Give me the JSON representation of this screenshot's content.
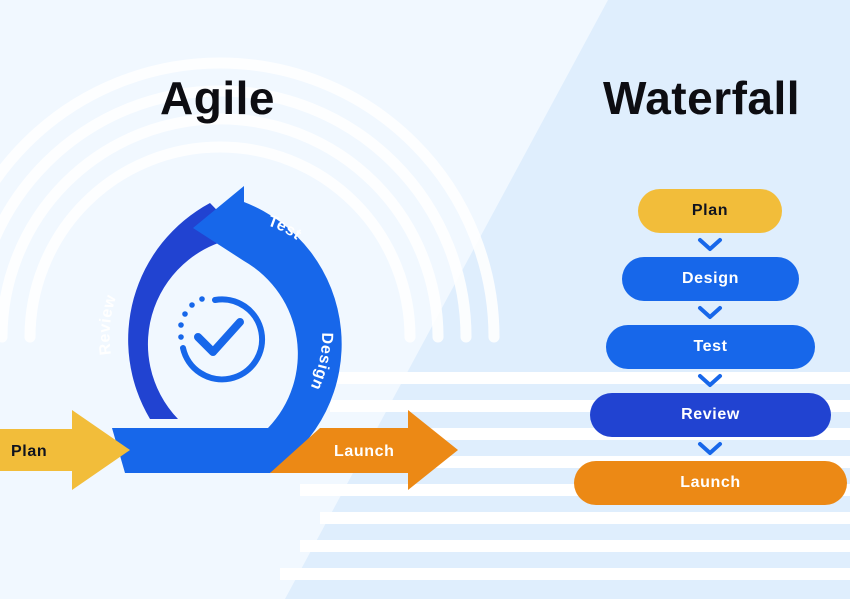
{
  "agile": {
    "title": "Agile",
    "stages": {
      "plan": "Plan",
      "design": "Design",
      "test": "Test",
      "review": "Review",
      "launch": "Launch"
    }
  },
  "waterfall": {
    "title": "Waterfall",
    "steps": [
      "Plan",
      "Design",
      "Test",
      "Review",
      "Launch"
    ]
  },
  "colors": {
    "yellow": "#f2bd3a",
    "blue": "#1767ea",
    "dark_blue": "#2143d1",
    "orange": "#ec8915",
    "background": "#f1f8ff"
  },
  "icons": {
    "center": "checkmark-cycle-icon",
    "connector": "chevron-down-icon"
  }
}
